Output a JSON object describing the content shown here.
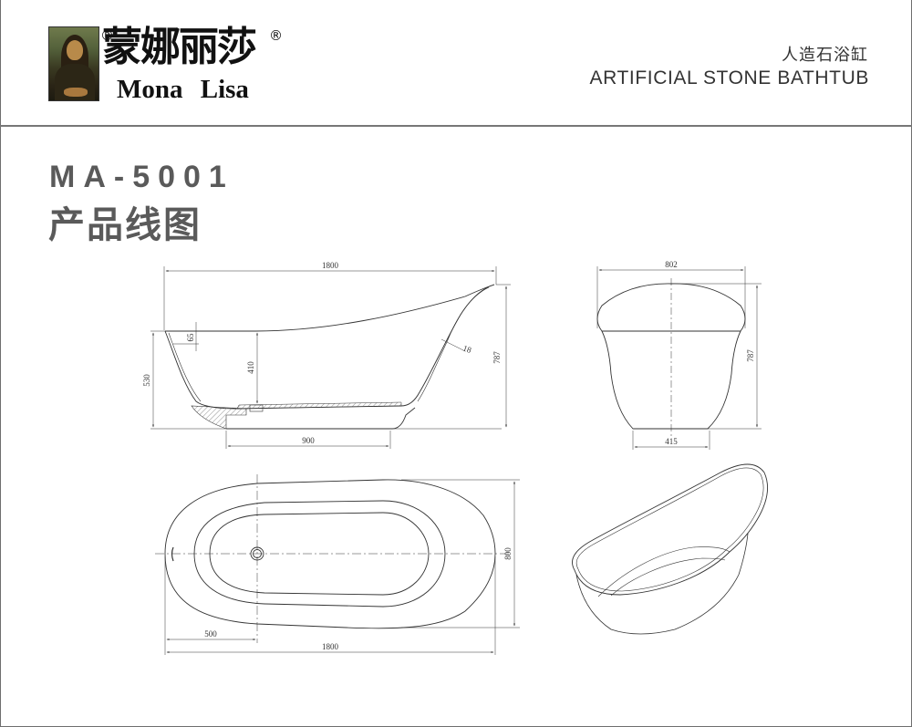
{
  "brand": {
    "name_cn": "蒙娜丽莎",
    "name_en": "Mona Lisa",
    "registered_mark": "®",
    "logo_image": "mona-lisa-portrait"
  },
  "header": {
    "category_cn": "人造石浴缸",
    "category_en": "ARTIFICIAL STONE BATHTUB"
  },
  "product": {
    "model": "MA-5001",
    "subtitle_cn": "产品线图"
  },
  "drawings": {
    "side_view": {
      "overall_length": "1800",
      "height": "787",
      "rim_height": "530",
      "inner_depth": "410",
      "rim_thickness": "65",
      "wall_thickness": "18",
      "base_length": "900"
    },
    "end_view": {
      "width": "802",
      "height": "787",
      "base_width": "415"
    },
    "top_view": {
      "length": "1800",
      "width": "800",
      "drain_offset": "500"
    },
    "perspective_view": {
      "label": "isometric-bathtub"
    }
  },
  "colors": {
    "border": "#6e6e6e",
    "heading_gray": "#5a5a5a",
    "line": "#333333"
  }
}
